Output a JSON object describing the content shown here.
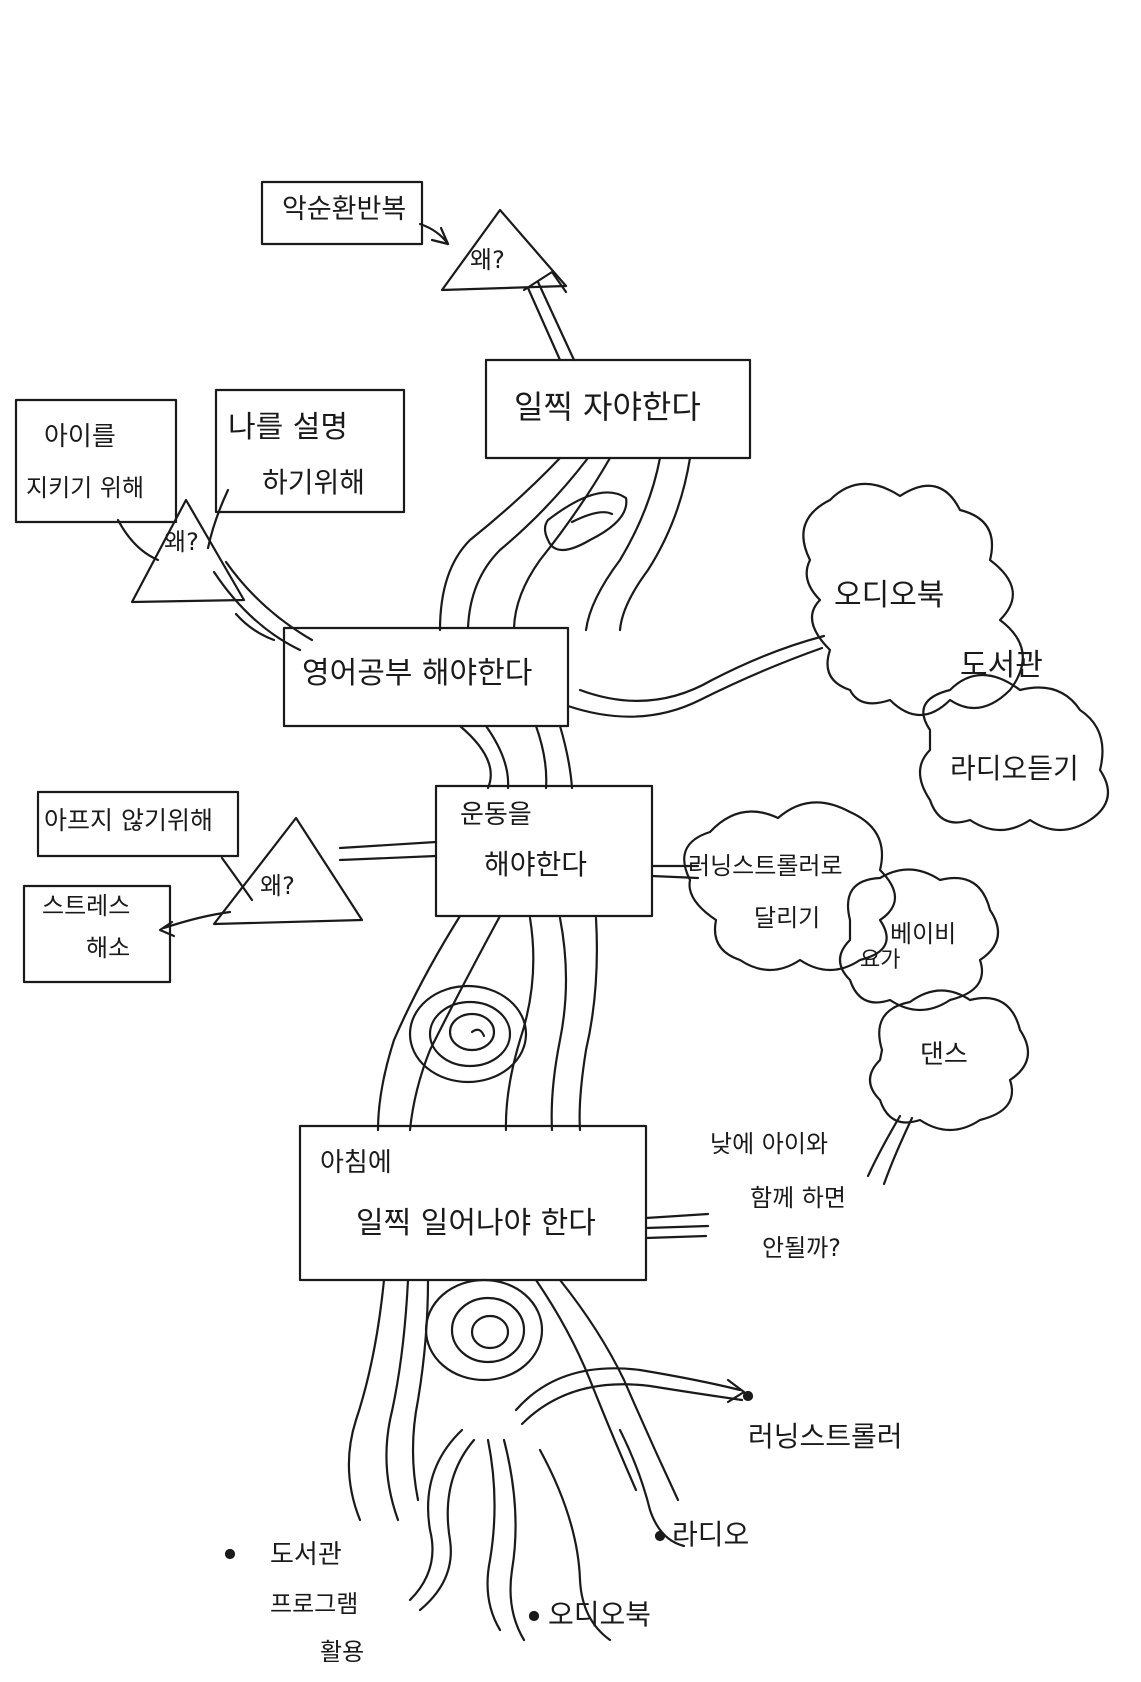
{
  "diagram": {
    "top": {
      "box": "악순환반복",
      "triangle": "왜?"
    },
    "goal_sleep": "일찍 자야한다",
    "reasons_english": {
      "box_left_line1": "아이를",
      "box_left_line2": "지키기 위해",
      "box_right_line1": "나를 설명",
      "box_right_line2": "하기위해",
      "triangle": "왜?"
    },
    "goal_english": "영어공부 해야한다",
    "english_methods": {
      "cloud1": "오디오북",
      "cloud2": "도서관",
      "cloud3": "라디오듣기"
    },
    "goal_exercise_line1": "운동을",
    "goal_exercise_line2": "해야한다",
    "reasons_exercise": {
      "box1": "아프지 않기위해",
      "box2_line1": "스트레스",
      "box2_line2": "해소",
      "triangle": "왜?"
    },
    "exercise_methods": {
      "cloud1_line1": "러닝스트롤러로",
      "cloud1_line2": "달리기",
      "cloud2_line1": "베이비",
      "cloud2_line2": "요가",
      "cloud3": "댄스"
    },
    "daytime_note_line1": "낮에 아이와",
    "daytime_note_line2": "함께 하면",
    "daytime_note_line3": "안될까?",
    "goal_morning_line1": "아침에",
    "goal_morning_line2": "일찍 일어나야 한다",
    "roots": {
      "running_stroller": "러닝스트롤러",
      "radio": "라디오",
      "audiobook": "오디오북",
      "library_line1": "도서관",
      "library_line2": "프로그램",
      "library_line3": "활용"
    }
  }
}
